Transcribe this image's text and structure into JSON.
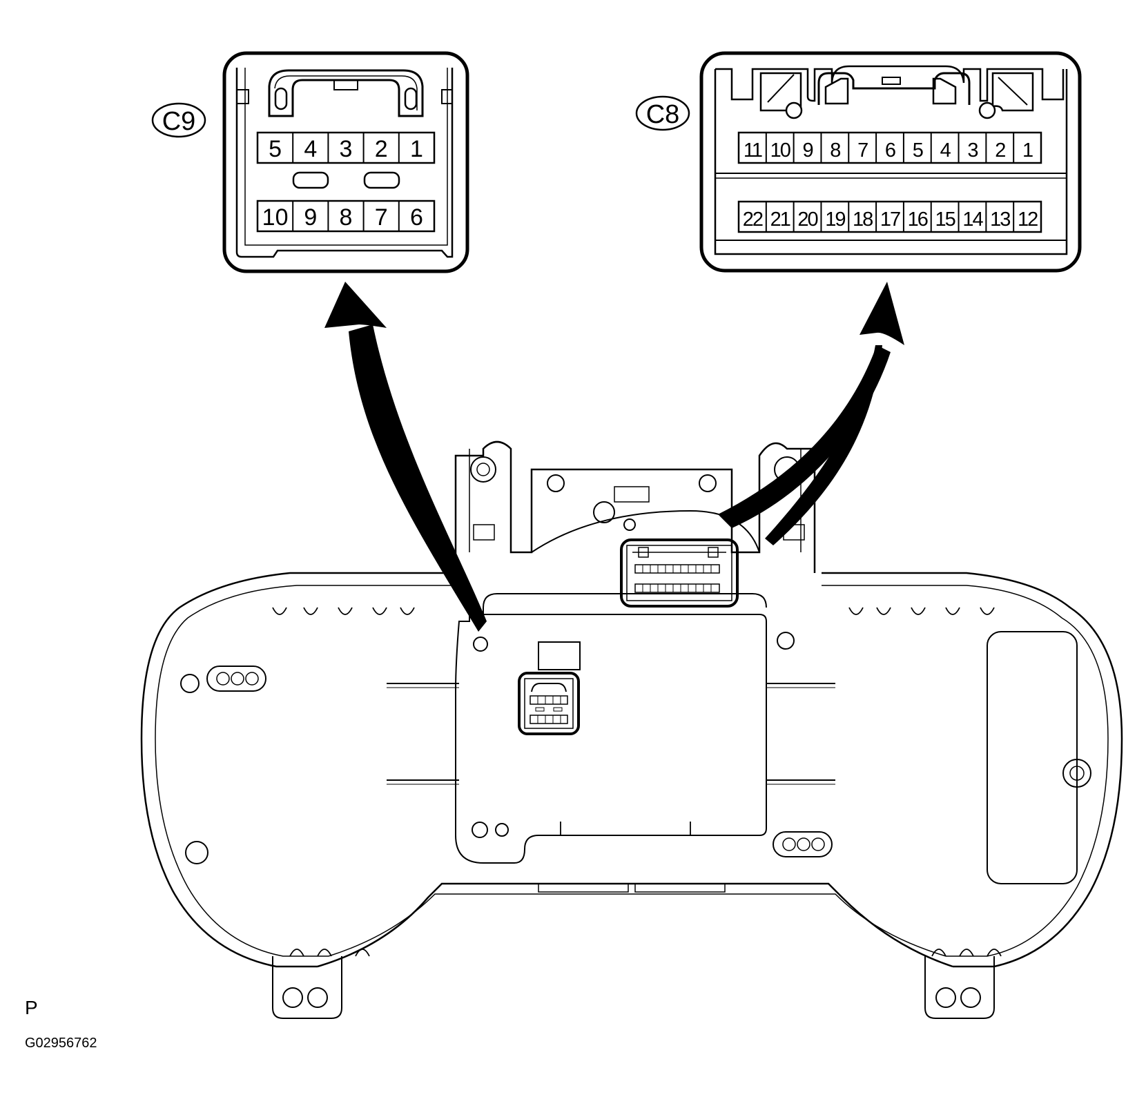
{
  "connectors": [
    {
      "id": "c9",
      "label": "C9",
      "rows": [
        [
          "5",
          "4",
          "3",
          "2",
          "1"
        ],
        [
          "10",
          "9",
          "8",
          "7",
          "6"
        ]
      ]
    },
    {
      "id": "c8",
      "label": "C8",
      "rows": [
        [
          "11",
          "10",
          "9",
          "8",
          "7",
          "6",
          "5",
          "4",
          "3",
          "2",
          "1"
        ],
        [
          "22",
          "21",
          "20",
          "19",
          "18",
          "17",
          "16",
          "15",
          "14",
          "13",
          "12"
        ]
      ]
    }
  ],
  "footer": {
    "view_letter": "P",
    "figure_code": "G02956762"
  }
}
